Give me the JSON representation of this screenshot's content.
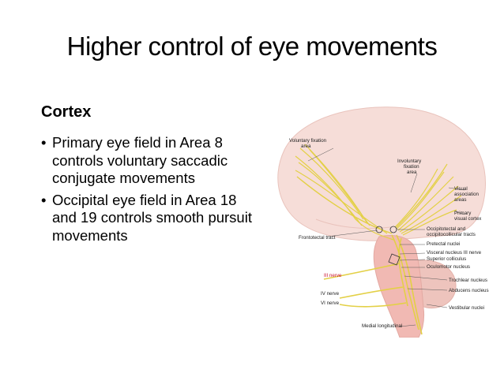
{
  "slide": {
    "title": "Higher control of eye movements",
    "heading": "Cortex",
    "bullets": [
      "Primary eye field in Area 8 controls voluntary saccadic conjugate movements",
      "Occipital eye field in Area 18 and 19 controls smooth pursuit movements"
    ],
    "bullet_glyph": "•"
  },
  "figure": {
    "labels": {
      "voluntary_fixation_1": "Voluntary fixation",
      "voluntary_fixation_2": "area",
      "involuntary_fixation_1": "Involuntary",
      "involuntary_fixation_2": "fixation",
      "involuntary_fixation_3": "area",
      "visual_association_1": "Visual",
      "visual_association_2": "association",
      "visual_association_3": "areas",
      "primary_visual_1": "Primary",
      "primary_visual_2": "visual cortex",
      "frontotectal": "Frontotectal tract",
      "occipitotectal_1": "Occipitotectal and",
      "occipitotectal_2": "occipitocollicular tracts",
      "pretectal": "Pretectal nuclei",
      "visceral_a": "Visceral nucleus ",
      "visceral_b": "III",
      "visceral_c": " nerve",
      "superior_colliculus": "Superior colliculus",
      "oculomotor": "Oculomotor nucleus",
      "nerve_iii": "III nerve",
      "trochlear": "Trochlear nucleus",
      "nerve_iv": "IV nerve",
      "abducens": "Abducens nucleus",
      "nerve_vi": "VI nerve",
      "vestibular": "Vestibular nuclei",
      "medial_longitudinal": "Medial longitudinal"
    },
    "colors": {
      "cortex": "#f6ddd8",
      "cortex_outline": "#e9c3bc",
      "brainstem": "#f1b9b3",
      "cerebellum": "#eec4bd",
      "tract": "#e3d046",
      "leader": "#555555",
      "red_label": "#c8102e"
    }
  }
}
